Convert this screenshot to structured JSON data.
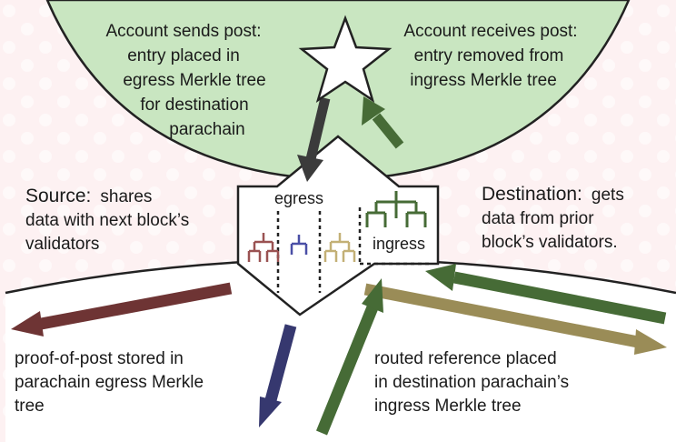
{
  "top_left_label": [
    "Account sends post:",
    "entry placed in",
    "egress Merkle tree",
    "for destination",
    "parachain"
  ],
  "top_right_label": [
    "Account receives post:",
    "entry removed from",
    "ingress Merkle tree"
  ],
  "source": {
    "heading": "Source:",
    "text": [
      "shares",
      "data with next block’s",
      "validators"
    ]
  },
  "destination": {
    "heading": "Destination:",
    "text": [
      "gets",
      "data from prior",
      "block’s validators."
    ]
  },
  "egress_box_label": "egress",
  "ingress_box_label": "ingress",
  "bottom_left_label": [
    "proof-of-post stored in",
    "parachain egress Merkle",
    "tree"
  ],
  "bottom_right_label": [
    "routed reference placed",
    "in destination parachain’s",
    "ingress Merkle tree"
  ],
  "colors": {
    "background": "#fdf1f2",
    "green_region": "#c9e6c1",
    "maroon": "#6e3434",
    "navy": "#36386f",
    "green": "#466b36",
    "tan": "#9a8c57",
    "dark_gray": "#3b3b3b",
    "tree_red": "#9a5252",
    "tree_blue": "#4a4fa6",
    "tree_tan": "#c3b076"
  },
  "icons": [
    "star-icon",
    "merkle-tree-icon"
  ]
}
